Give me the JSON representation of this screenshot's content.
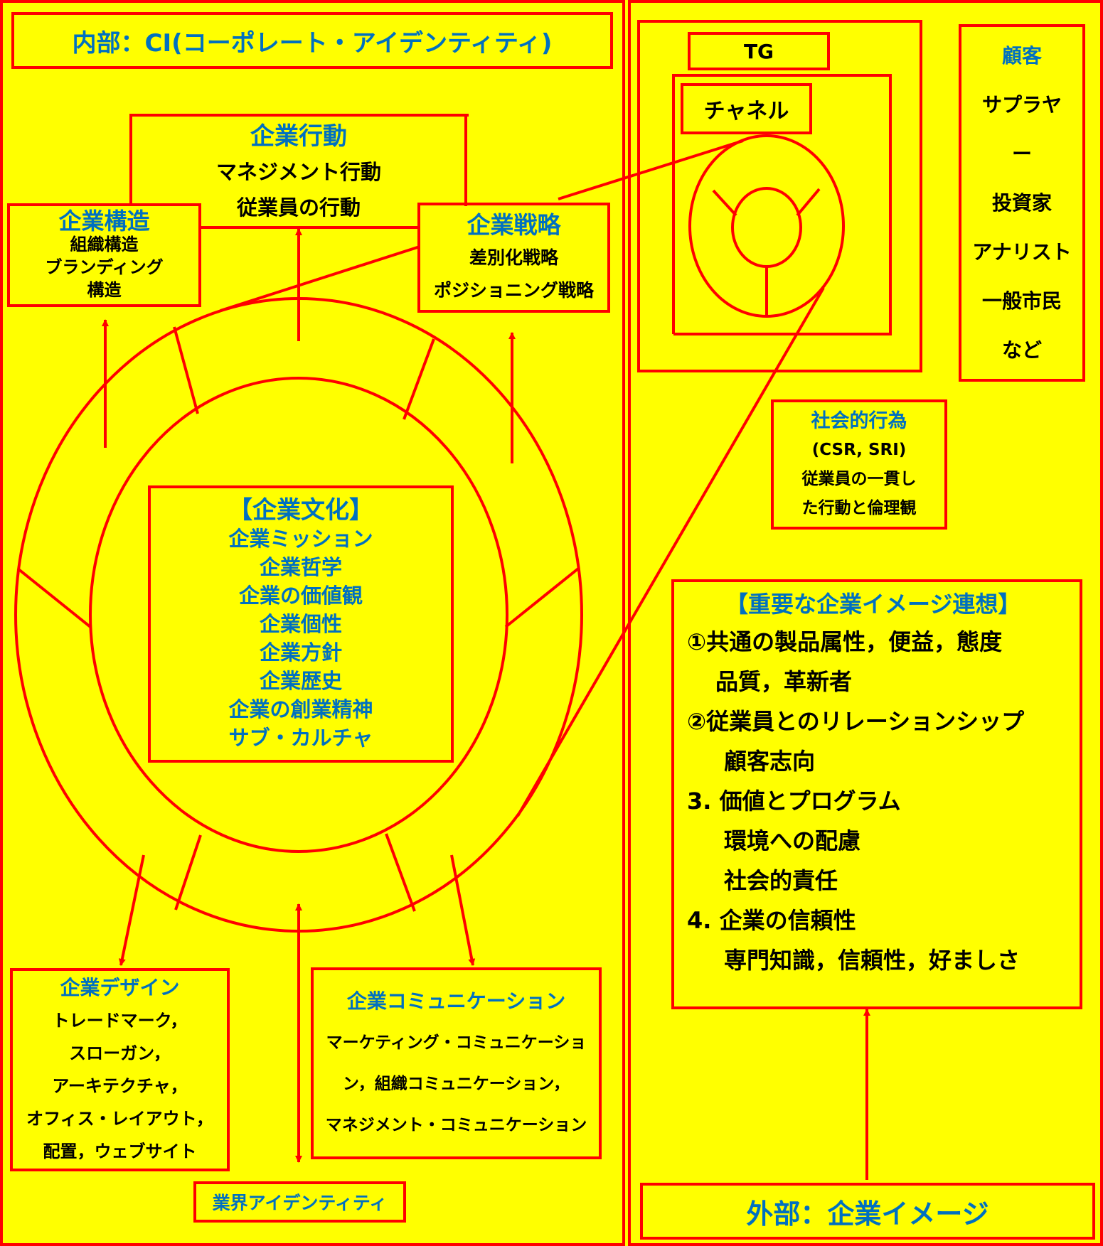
{
  "colors": {
    "background": "#ffff00",
    "line": "#ff0000",
    "heading": "#0070c0",
    "text": "#000000"
  },
  "internal": {
    "title": "内部：CI(コーポレート・アイデンティティ)"
  },
  "behavior": {
    "title": "企業行動",
    "lines": [
      "マネジメント行動",
      "従業員の行動"
    ]
  },
  "structure": {
    "title": "企業構造",
    "lines": [
      "組織構造",
      "ブランディング",
      "構造"
    ]
  },
  "strategy": {
    "title": "企業戦略",
    "lines": [
      "差別化戦略",
      "ポジショニング戦略"
    ]
  },
  "culture": {
    "title": "【企業文化】",
    "lines": [
      "企業ミッション",
      "企業哲学",
      "企業の価値観",
      "企業個性",
      "企業方針",
      "企業歴史",
      "企業の創業精神",
      "サブ・カルチャ"
    ]
  },
  "design": {
    "title": "企業デザイン",
    "lines": [
      "トレードマーク，",
      "スローガン，",
      "アーキテクチャ，",
      "オフィス・レイアウト，",
      "配置，ウェブサイト"
    ]
  },
  "communication": {
    "title": "企業コミュニケーション",
    "lines": [
      "マーケティング・コミュニケーショ",
      "ン，組織コミュニケーション，",
      "マネジメント・コミュニケーション"
    ]
  },
  "industry": {
    "label": "業界アイデンティティ"
  },
  "tg": {
    "label": "TG"
  },
  "channel": {
    "label": "チャネル"
  },
  "stakeholders": {
    "title": "顧客",
    "lines": [
      "サプラヤ",
      "ー",
      "投資家",
      "アナリスト",
      "一般市民",
      "など"
    ]
  },
  "social": {
    "title": "社会的行為",
    "lines": [
      "(CSR, SRI)",
      "従業員の一貫し",
      "た行動と倫理観"
    ]
  },
  "associations": {
    "title": "【重要な企業イメージ連想】",
    "items": [
      {
        "head": "①共通の製品属性，便益，態度",
        "sub": [
          "品質，革新者"
        ]
      },
      {
        "head": "②従業員とのリレーションシップ",
        "sub": [
          "顧客志向"
        ]
      },
      {
        "head": "3. 価値とプログラム",
        "sub": [
          "環境への配慮",
          "社会的責任"
        ]
      },
      {
        "head": "4. 企業の信頼性",
        "sub": [
          "専門知識，信頼性，好ましさ"
        ]
      }
    ]
  },
  "external": {
    "title": "外部：企業イメージ"
  }
}
